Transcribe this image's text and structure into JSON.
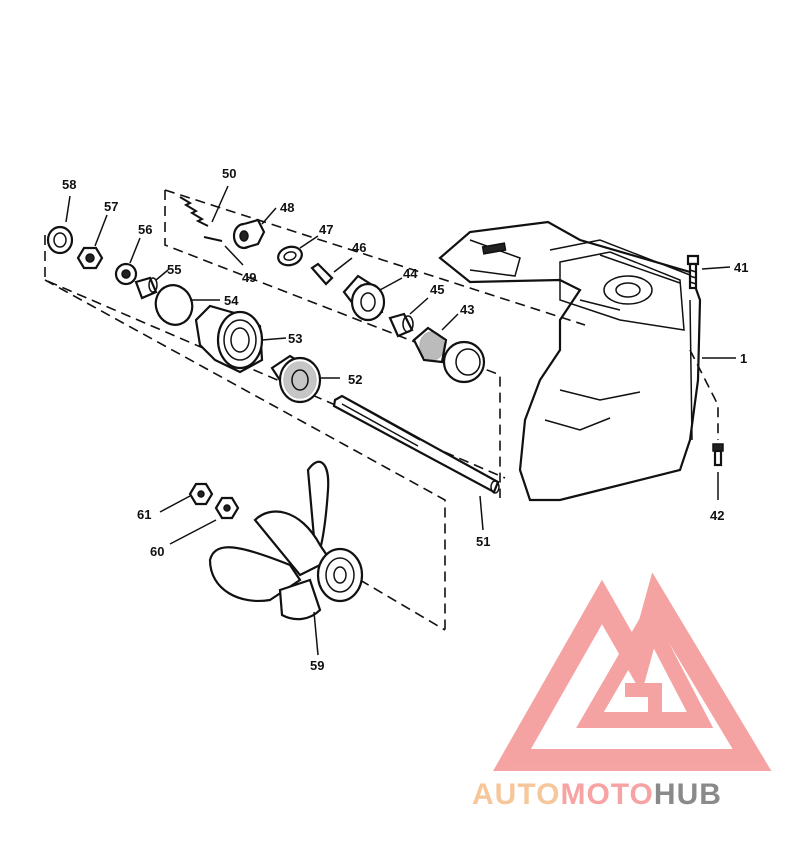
{
  "labels": {
    "p1": "1",
    "p41": "41",
    "p42": "42",
    "p43": "43",
    "p44": "44",
    "p45": "45",
    "p46": "46",
    "p47": "47",
    "p48": "48",
    "p49": "49",
    "p50": "50",
    "p51": "51",
    "p52": "52",
    "p53": "53",
    "p54": "54",
    "p55": "55",
    "p56": "56",
    "p57": "57",
    "p58": "58",
    "p59": "59",
    "p60": "60",
    "p61": "61"
  },
  "watermark": {
    "part1": "AUTO",
    "part2": "MOTO",
    "part3": "HUB",
    "color1": "#f6c79b",
    "color2": "#f7a3a3",
    "color3": "#8a8a8a",
    "logo_color": "#f59e9e"
  }
}
